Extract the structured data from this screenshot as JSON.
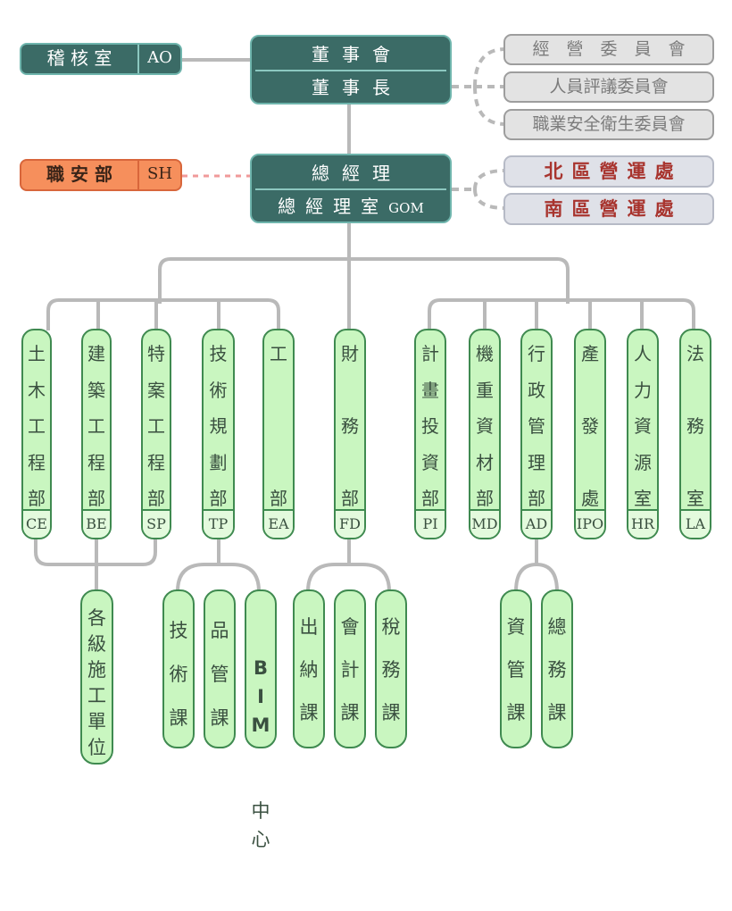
{
  "audit": {
    "name": "稽 核 室",
    "code": "AO"
  },
  "safety": {
    "name": "職 安 部",
    "code": "SH"
  },
  "board": {
    "line1": "董事會",
    "line2": "董事長"
  },
  "gm": {
    "line1": "總經理",
    "line2": "總經理室",
    "line2_code": "GOM"
  },
  "committees": [
    "經　營　委　員　會",
    "人員評議委員會",
    "職業安全衛生委員會"
  ],
  "regions": [
    "北區營運處",
    "南區營運處"
  ],
  "departments": [
    {
      "name": "土木工程部",
      "code": "CE"
    },
    {
      "name": "建築工程部",
      "code": "BE"
    },
    {
      "name": "特案工程部",
      "code": "SP"
    },
    {
      "name": "技術規劃部",
      "code": "TP"
    },
    {
      "name": "工部",
      "code": "EA"
    },
    {
      "name": "財務部",
      "code": "FD"
    },
    {
      "name": "計畫投資部",
      "code": "PI"
    },
    {
      "name": "機重資材部",
      "code": "MD"
    },
    {
      "name": "行政管理部",
      "code": "AD"
    },
    {
      "name": "產發處",
      "code": "IPO"
    },
    {
      "name": "人力資源室",
      "code": "HR"
    },
    {
      "name": "法務室",
      "code": "LA"
    }
  ],
  "sections": {
    "construction_units": "各級施工單位",
    "technical": "技術課",
    "quality": "品管課",
    "bim_prefix": "BIM",
    "bim_suffix": "中心",
    "cashier": "出納課",
    "accounting": "會計課",
    "tax": "稅務課",
    "information": "資管課",
    "general_affairs": "總務課"
  },
  "colors": {
    "dark_teal": "#3b6b66",
    "teal_border": "#6fb5ad",
    "dept_green": "#c9f6c0",
    "dept_border": "#3f8a50",
    "safety_orange": "#f68f5c",
    "region_red": "#a8342e",
    "connector_gray": "#b9b9b9"
  }
}
